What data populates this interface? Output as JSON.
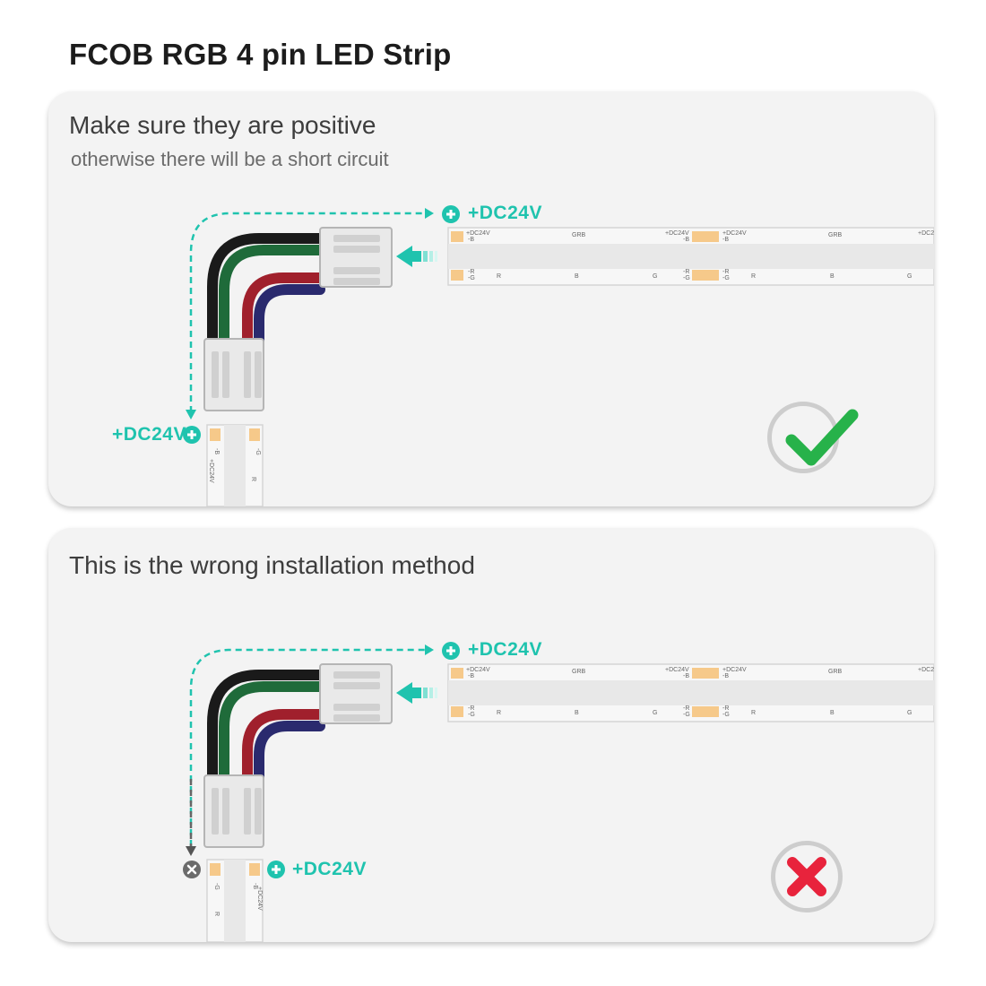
{
  "title": "FCOB RGB 4 pin LED Strip",
  "correct_panel": {
    "heading": "Make sure they are positive",
    "subheading": "otherwise there will be a short circuit",
    "label_top": "+DC24V",
    "label_bottom": "+DC24V",
    "result_icon": "check-icon"
  },
  "wrong_panel": {
    "heading": "This is the wrong installation method",
    "label_top": "+DC24V",
    "label_bottom": "+DC24V",
    "result_icon": "cross-icon"
  },
  "strip_print": {
    "dc": "+DC24V",
    "b": "-B",
    "r": "-R",
    "g": "-G",
    "grb": "GRB",
    "rch": "R",
    "bch": "B",
    "gch": "G"
  },
  "colors": {
    "accent": "#1fc3ae",
    "check": "#27b24a",
    "cross": "#e8233c",
    "wire_black": "#1a1a1a",
    "wire_green": "#1f6b3a",
    "wire_red": "#a0202c",
    "wire_blue": "#2a2a6e",
    "chip": "#f6c98a"
  }
}
